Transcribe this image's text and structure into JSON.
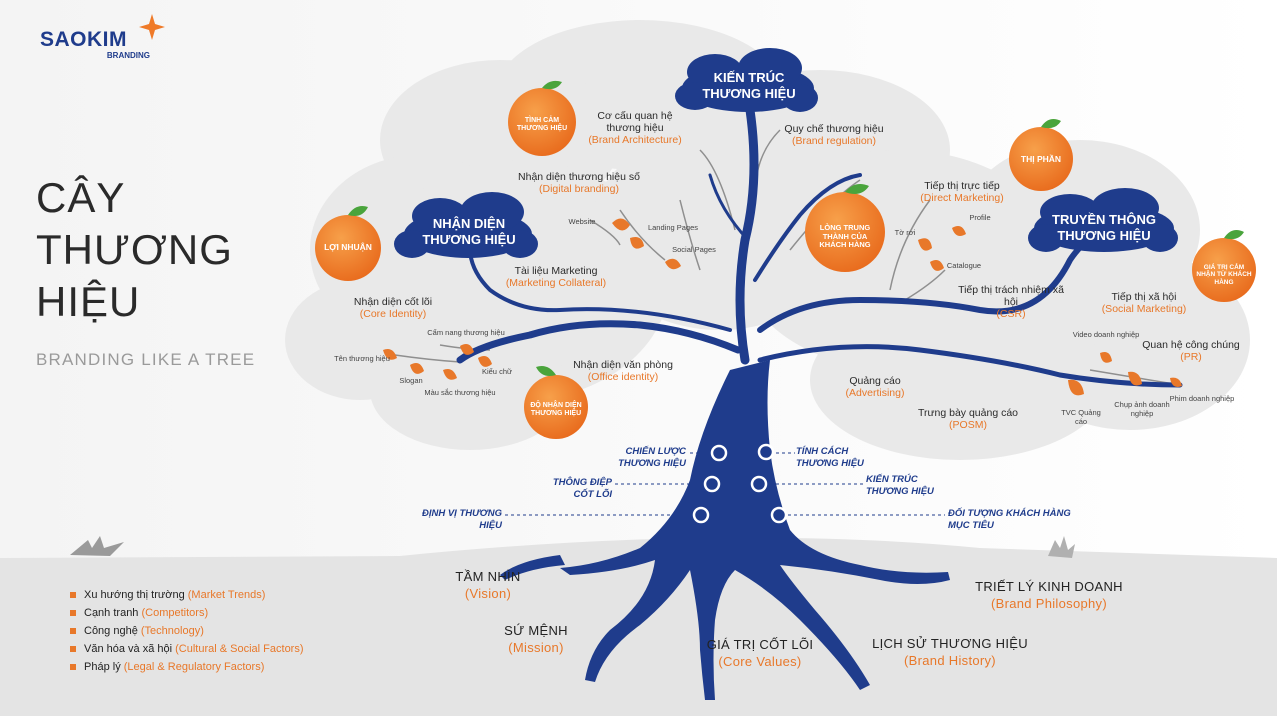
{
  "brand": {
    "name": "SAOKIM",
    "sub": "BRANDING"
  },
  "title": {
    "line1": "CÂY",
    "line2": "THƯƠNG",
    "line3": "HIỆU",
    "subtitle": "BRANDING LIKE A TREE"
  },
  "clouds": {
    "kien_truc": "KIẾN TRÚC THƯƠNG HIỆU",
    "nhan_dien": "NHẬN DIỆN THƯƠNG HIỆU",
    "truyen_thong": "TRUYỀN THÔNG THƯƠNG HIỆU"
  },
  "fruits": {
    "tinh_cam": "TÌNH CẢM THƯƠNG HIỆU",
    "loi_nhuan": "LỢI NHUẬN",
    "do_nhan_dien": "ĐỘ NHẬN DIỆN THƯƠNG HIỆU",
    "long_trung_thanh": "LÒNG TRUNG THÀNH CỦA KHÁCH HÀNG",
    "thi_phan": "THỊ PHẦN",
    "gia_tri_cam_nhan": "GIÁ TRỊ CẢM NHẬN TỪ KHÁCH HÀNG"
  },
  "branches": {
    "co_cau": {
      "vi": "Cơ cấu quan hệ thương hiệu",
      "en": "(Brand Architecture)"
    },
    "quy_che": {
      "vi": "Quy chế thương hiệu",
      "en": "(Brand regulation)"
    },
    "digital": {
      "vi": "Nhận diện thương hiệu số",
      "en": "(Digital branding)"
    },
    "tai_lieu": {
      "vi": "Tài liệu Marketing",
      "en": "(Marketing Collateral)"
    },
    "cot_loi": {
      "vi": "Nhận diện cốt lõi",
      "en": "(Core Identity)"
    },
    "van_phong": {
      "vi": "Nhận diện văn phòng",
      "en": "(Office identity)"
    },
    "truc_tiep": {
      "vi": "Tiếp thị trực tiếp",
      "en": "(Direct Marketing)"
    },
    "csr": {
      "vi": "Tiếp thị trách nhiệm xã hội",
      "en": "(CSR)"
    },
    "xa_hoi": {
      "vi": "Tiếp thị xã hội",
      "en": "(Social Marketing)"
    },
    "pr": {
      "vi": "Quan hệ công chúng",
      "en": "(PR)"
    },
    "quang_cao": {
      "vi": "Quảng cáo",
      "en": "(Advertising)"
    },
    "posm": {
      "vi": "Trưng bày quảng cáo",
      "en": "(POSM)"
    }
  },
  "leaves": {
    "website": "Website",
    "landing": "Landing Pages",
    "social_pages": "Social Pages",
    "cam_nang": "Cẩm nang thương hiệu",
    "ten": "Tên thương hiệu",
    "slogan": "Slogan",
    "kieu_chu": "Kiểu chữ",
    "mau_sac": "Màu sắc thương hiệu",
    "to_roi": "Tờ rơi",
    "profile": "Profile",
    "catalogue": "Catalogue",
    "video": "Video doanh nghiệp",
    "tvc": "TVC Quảng cáo",
    "chup_anh": "Chụp ảnh doanh nghiệp",
    "phim": "Phim doanh nghiệp"
  },
  "values": {
    "chien_luoc": "CHIẾN LƯỢC THƯƠNG HIỆU",
    "thong_diep": "THÔNG ĐIỆP CỐT LÕI",
    "dinh_vi": "ĐỊNH VỊ THƯƠNG HIỆU",
    "tinh_cach": "TÍNH CÁCH THƯƠNG HIỆU",
    "kien_truc": "KIẾN TRÚC THƯƠNG HIỆU",
    "doi_tuong": "ĐỐI TƯỢNG KHÁCH HÀNG MỤC TIÊU"
  },
  "roots": {
    "tam_nhin": {
      "vi": "TẦM NHÌN",
      "en": "(Vision)"
    },
    "su_menh": {
      "vi": "SỨ MỆNH",
      "en": "(Mission)"
    },
    "gia_tri": {
      "vi": "GIÁ TRỊ CỐT LÕI",
      "en": "(Core Values)"
    },
    "lich_su": {
      "vi": "LỊCH SỬ THƯƠNG HIỆU",
      "en": "(Brand History)"
    },
    "triet_ly": {
      "vi": "TRIẾT LÝ KINH DOANH",
      "en": "(Brand Philosophy)"
    }
  },
  "legend": [
    {
      "vi": "Xu hướng thị trường",
      "en": "(Market Trends)"
    },
    {
      "vi": "Cạnh tranh",
      "en": "(Competitors)"
    },
    {
      "vi": "Công nghệ",
      "en": "(Technology)"
    },
    {
      "vi": "Văn hóa và xã hội",
      "en": "(Cultural & Social Factors)"
    },
    {
      "vi": "Pháp lý",
      "en": "(Legal & Regulatory Factors)"
    }
  ],
  "colors": {
    "navy": "#1f3c8c",
    "orange": "#ef7a28",
    "cloud": "#ebebeb",
    "ground": "#e6e6e6"
  }
}
